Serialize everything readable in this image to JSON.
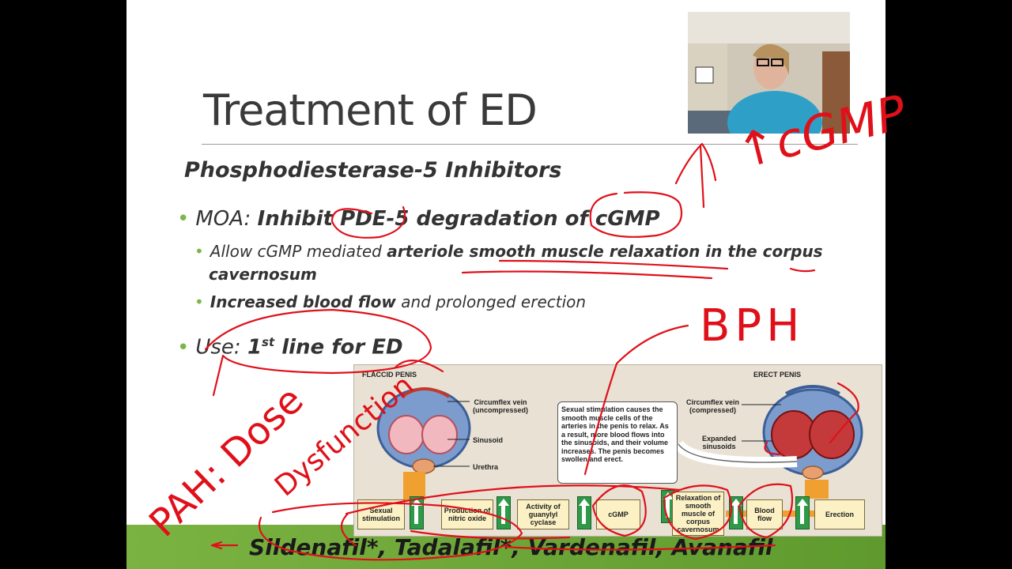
{
  "slide": {
    "title": "Treatment of ED",
    "subheading": "Phosphodiesterase-5 Inhibitors",
    "moa_prefix": "MOA: ",
    "moa_strong": "Inhibit PDE-5 degradation of cGMP",
    "sub1_prefix": "Allow cGMP mediated ",
    "sub1_strong": "arteriole smooth muscle relaxation in the corpus",
    "sub1_cont": "cavernosum",
    "sub2_strong": "Increased blood flow",
    "sub2_rest": " and prolonged erection",
    "use_prefix": "Use: ",
    "use_strong_1": "1",
    "use_sup": "st",
    "use_strong_2": " line for ED",
    "bottom_drugs": "Sildenafil*, Tadalafil*, Vardenafil, Avanafil"
  },
  "diagram": {
    "flaccid_label": "FLACCID PENIS",
    "erect_label": "ERECT PENIS",
    "circumflex_uncomp": "Circumflex vein\n(uncompressed)",
    "sinusoid": "Sinusoid",
    "urethra": "Urethra",
    "circumflex_comp": "Circumflex vein\n(compressed)",
    "expanded_sinusoids": "Expanded\nsinusoids",
    "note": "Sexual stimulation causes the smooth muscle cells of the arteries in the penis to relax. As a result, more blood flows into the sinusoids, and their volume increases. The penis becomes swollen and erect.",
    "flow": [
      "Sexual stimulation",
      "Production of nitric oxide",
      "Activity of guanylyl cyclase",
      "cGMP",
      "Relaxation of smooth muscle of corpus cavernosum",
      "Blood flow",
      "Erection"
    ]
  },
  "handwriting": {
    "cgmp": "↑cGMP",
    "bph": "BPH",
    "pah": "PAH: Dose",
    "dysfunction": "Dysfunction"
  },
  "colors": {
    "bullet": "#7ab648",
    "green_bar": "#7bb342",
    "ink": "#e0101a",
    "diagram_bg": "#e9e2d4",
    "flow_box": "#fbf1c4",
    "flow_arrow": "#2e9a47"
  }
}
